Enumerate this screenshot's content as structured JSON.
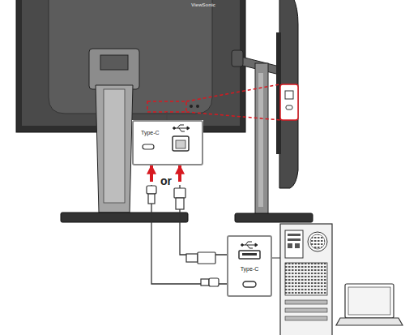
{
  "diagram": {
    "nodes": [
      {
        "text": [
          "Type-C"
        ]
      },
      {
        "text": [
          "Type-C"
        ]
      }
    ],
    "edges": [
      {
        "from": 1,
        "to": 0,
        "arrow": "to"
      },
      {
        "from": 1,
        "to": 0,
        "arrow": "to"
      }
    ],
    "labels": [
      "ViewSonic",
      "or"
    ]
  }
}
